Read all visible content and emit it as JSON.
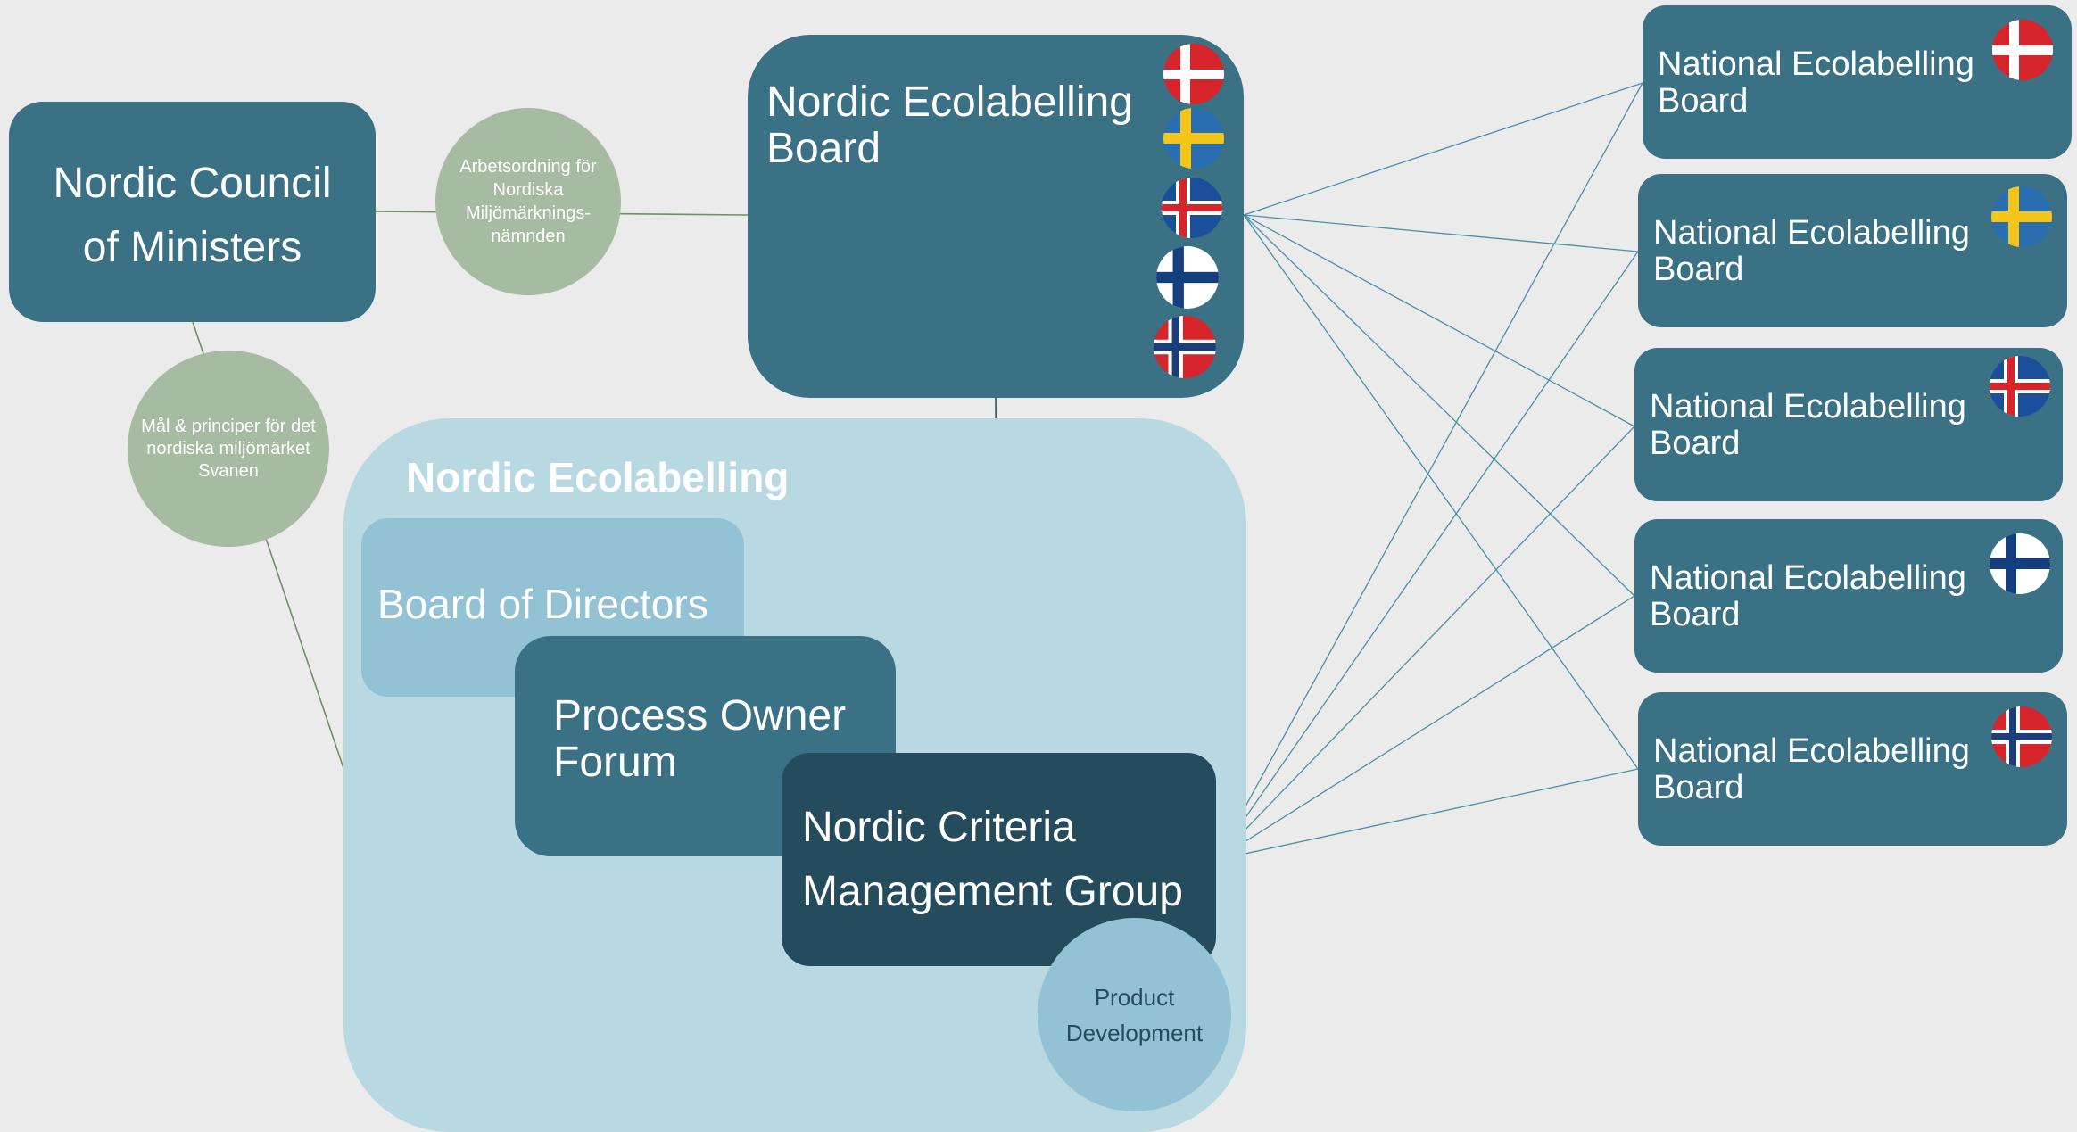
{
  "nordic_council": {
    "line1": "Nordic Council",
    "line2": "of Ministers"
  },
  "arbetsordning": {
    "line1": "Arbetsordning för",
    "line2": "Nordiska",
    "line3": "Miljömärknings-",
    "line4": "nämnden"
  },
  "mal_principer": {
    "line1": "Mål & principer för det",
    "line2": "nordiska miljömärket",
    "line3": "Svanen"
  },
  "nordic_board": {
    "line1": "Nordic Ecolabelling",
    "line2": "Board"
  },
  "nordic_ecolabelling": {
    "title": "Nordic Ecolabelling"
  },
  "board_of_directors": {
    "label": "Board of Directors"
  },
  "process_owner_forum": {
    "line1": "Process Owner",
    "line2": "Forum"
  },
  "criteria_group": {
    "line1": "Nordic Criteria",
    "line2": "Management Group"
  },
  "product_development": {
    "line1": "Product",
    "line2": "Development"
  },
  "national_boards": [
    {
      "line1": "National Ecolabelling",
      "line2": "Board",
      "flag": "denmark-flag-icon"
    },
    {
      "line1": "National Ecolabelling",
      "line2": "Board",
      "flag": "sweden-flag-icon"
    },
    {
      "line1": "National Ecolabelling",
      "line2": "Board",
      "flag": "iceland-flag-icon"
    },
    {
      "line1": "National Ecolabelling",
      "line2": "Board",
      "flag": "finland-flag-icon"
    },
    {
      "line1": "National Ecolabelling",
      "line2": "Board",
      "flag": "norway-flag-icon"
    }
  ],
  "colors": {
    "background": "#ebebeb",
    "teal": "#3a7184",
    "dark_teal": "#244c5c",
    "light_blue": "#b8d9e2",
    "mid_blue": "#92c2d3",
    "sage": "#a6bba1",
    "connector_blue": "#4a90a8",
    "connector_green": "#6f8f66"
  }
}
